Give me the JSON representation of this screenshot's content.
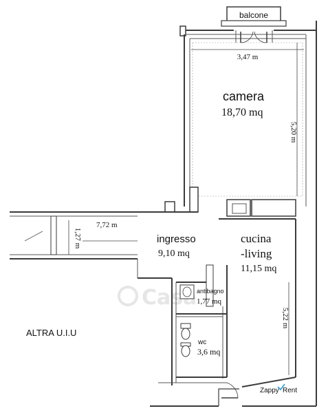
{
  "balcony": {
    "label": "balcone"
  },
  "camera": {
    "name": "camera",
    "area": "18,70 mq",
    "width": "3,47 m",
    "length": "5,20 m"
  },
  "corridor": {
    "width": "7,72 m",
    "depth": "1,27 m"
  },
  "ingresso": {
    "name": "ingresso",
    "area": "9,10 mq"
  },
  "cucina": {
    "name_line1": "cucina",
    "name_line2": "-living",
    "area": "11,15 mq",
    "length": "5,22 m"
  },
  "antibagno": {
    "name": "antibagno",
    "area": "1,77 mq"
  },
  "wc": {
    "name": "wc",
    "area": "3,6 mq"
  },
  "other_unit": {
    "label": "ALTRA U.I.U"
  },
  "watermark": {
    "text": "Casa"
  },
  "brand": {
    "left": "Zappy",
    "right": "Rent"
  },
  "colors": {
    "walls": "#3a3a3a",
    "brand_accent": "#2a9fd6",
    "watermark": "#e6e6e6"
  }
}
